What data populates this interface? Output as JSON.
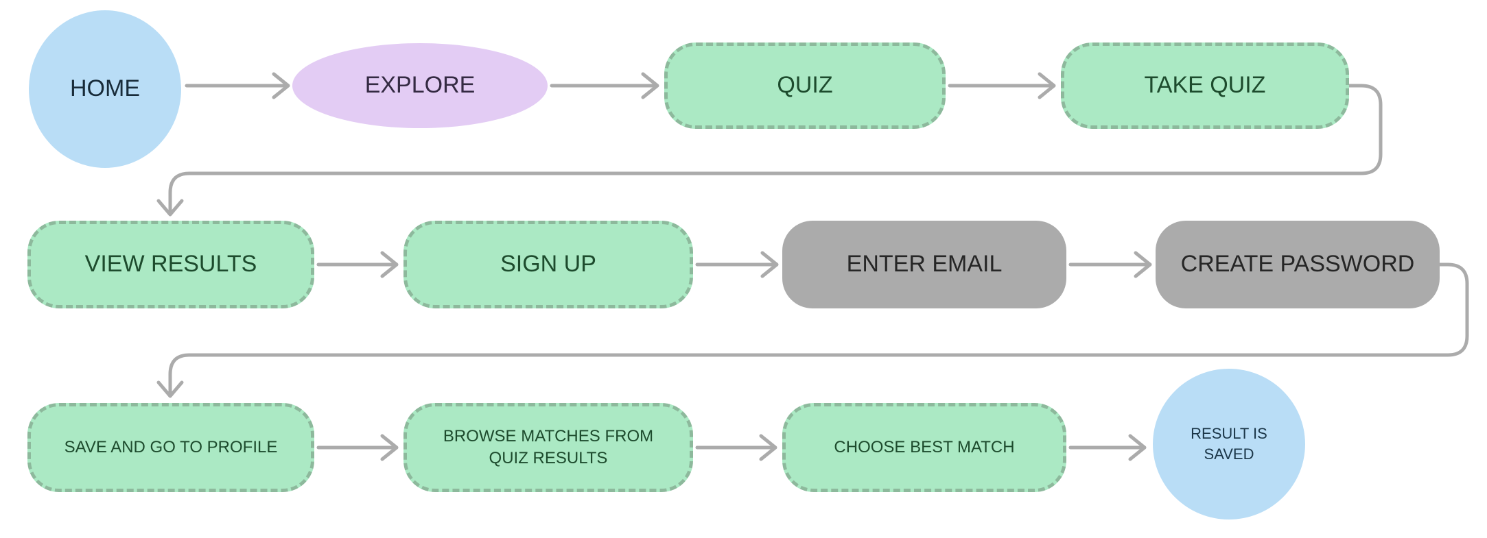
{
  "diagram": {
    "type": "flowchart",
    "colors": {
      "background": "#ffffff",
      "terminal_fill": "#b9ddf6",
      "terminal_text": "#182b39",
      "page_fill": "#e3ccf4",
      "page_text": "#342a42",
      "action_fill": "#abe9c4",
      "action_border": "#8db99c",
      "action_text": "#1d4b2d",
      "input_fill": "#ababab",
      "input_text": "#262626",
      "connector": "#ababab"
    },
    "nodes": {
      "home": {
        "label": "HOME",
        "shape": "circle",
        "variant": "blue"
      },
      "explore": {
        "label": "EXPLORE",
        "shape": "ellipse",
        "variant": "purple"
      },
      "quiz": {
        "label": "QUIZ",
        "shape": "rounded-rect",
        "variant": "green-dashed"
      },
      "take_quiz": {
        "label": "TAKE QUIZ",
        "shape": "rounded-rect",
        "variant": "green-dashed"
      },
      "view_results": {
        "label": "VIEW RESULTS",
        "shape": "rounded-rect",
        "variant": "green-dashed"
      },
      "sign_up": {
        "label": "SIGN UP",
        "shape": "rounded-rect",
        "variant": "green-dashed"
      },
      "enter_email": {
        "label": "ENTER EMAIL",
        "shape": "rounded-rect",
        "variant": "gray"
      },
      "create_password": {
        "label": "CREATE PASSWORD",
        "shape": "rounded-rect",
        "variant": "gray"
      },
      "save_profile": {
        "label": "SAVE AND GO TO PROFILE",
        "shape": "rounded-rect",
        "variant": "green-dashed"
      },
      "browse_matches": {
        "label": "BROWSE MATCHES FROM QUIZ RESULTS",
        "shape": "rounded-rect",
        "variant": "green-dashed"
      },
      "choose_match": {
        "label": "CHOOSE BEST MATCH",
        "shape": "rounded-rect",
        "variant": "green-dashed"
      },
      "result_saved": {
        "label": "RESULT IS SAVED",
        "shape": "circle",
        "variant": "blue"
      }
    },
    "edges": [
      {
        "from": "HOME",
        "to": "EXPLORE"
      },
      {
        "from": "EXPLORE",
        "to": "QUIZ"
      },
      {
        "from": "QUIZ",
        "to": "TAKE QUIZ"
      },
      {
        "from": "TAKE QUIZ",
        "to": "VIEW RESULTS"
      },
      {
        "from": "VIEW RESULTS",
        "to": "SIGN UP"
      },
      {
        "from": "SIGN UP",
        "to": "ENTER EMAIL"
      },
      {
        "from": "ENTER EMAIL",
        "to": "CREATE PASSWORD"
      },
      {
        "from": "CREATE PASSWORD",
        "to": "SAVE AND GO TO PROFILE"
      },
      {
        "from": "SAVE AND GO TO PROFILE",
        "to": "BROWSE MATCHES FROM QUIZ RESULTS"
      },
      {
        "from": "BROWSE MATCHES FROM QUIZ RESULTS",
        "to": "CHOOSE BEST MATCH"
      },
      {
        "from": "CHOOSE BEST MATCH",
        "to": "RESULT IS SAVED"
      }
    ]
  }
}
